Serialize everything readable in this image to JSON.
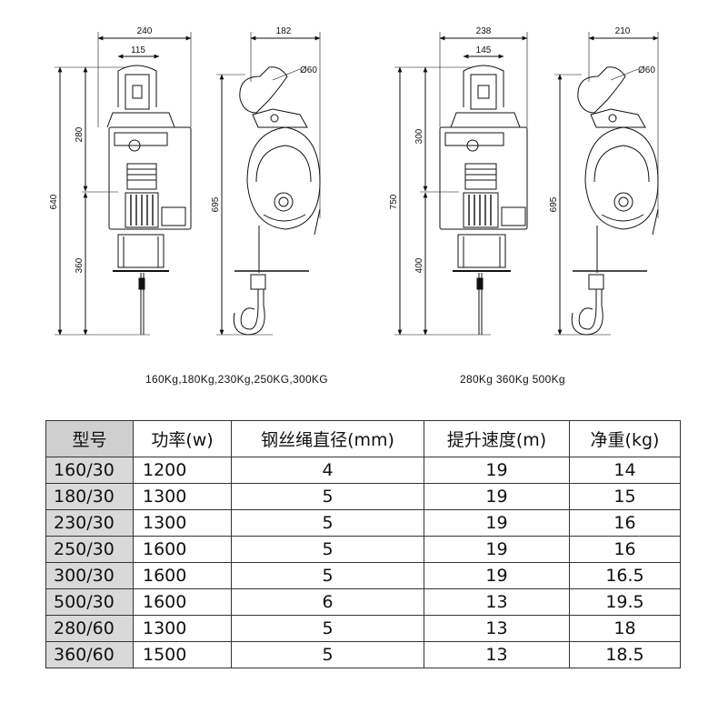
{
  "dimensions": {
    "left_unit": {
      "width": "240",
      "top_width": "115",
      "upper": "280",
      "lower": "360",
      "height": "640"
    },
    "left_side": {
      "width": "182",
      "hook_diameter": "Ø60",
      "height": "695"
    },
    "right_unit": {
      "width": "238",
      "top_width": "145",
      "upper": "300",
      "lower": "400",
      "height": "750"
    },
    "right_side": {
      "width": "210",
      "hook_diameter": "Ø60",
      "height": "695"
    }
  },
  "captions": {
    "left": "160Kg,180Kg,230Kg,250KG,300KG",
    "right": "280Kg  360Kg  500Kg"
  },
  "table": {
    "headers": [
      "型号",
      "功率(w)",
      "钢丝绳直径(mm)",
      "提升速度(m)",
      "净重(kg)"
    ],
    "rows": [
      [
        "160/30",
        "1200",
        "4",
        "19",
        "14"
      ],
      [
        "180/30",
        "1300",
        "5",
        "19",
        "15"
      ],
      [
        "230/30",
        "1300",
        "5",
        "19",
        "16"
      ],
      [
        "250/30",
        "1600",
        "5",
        "19",
        "16"
      ],
      [
        "300/30",
        "1600",
        "5",
        "19",
        "16.5"
      ],
      [
        "500/30",
        "1600",
        "6",
        "13",
        "19.5"
      ],
      [
        "280/60",
        "1300",
        "5",
        "13",
        "18"
      ],
      [
        "360/60",
        "1500",
        "5",
        "13",
        "18.5"
      ]
    ]
  }
}
